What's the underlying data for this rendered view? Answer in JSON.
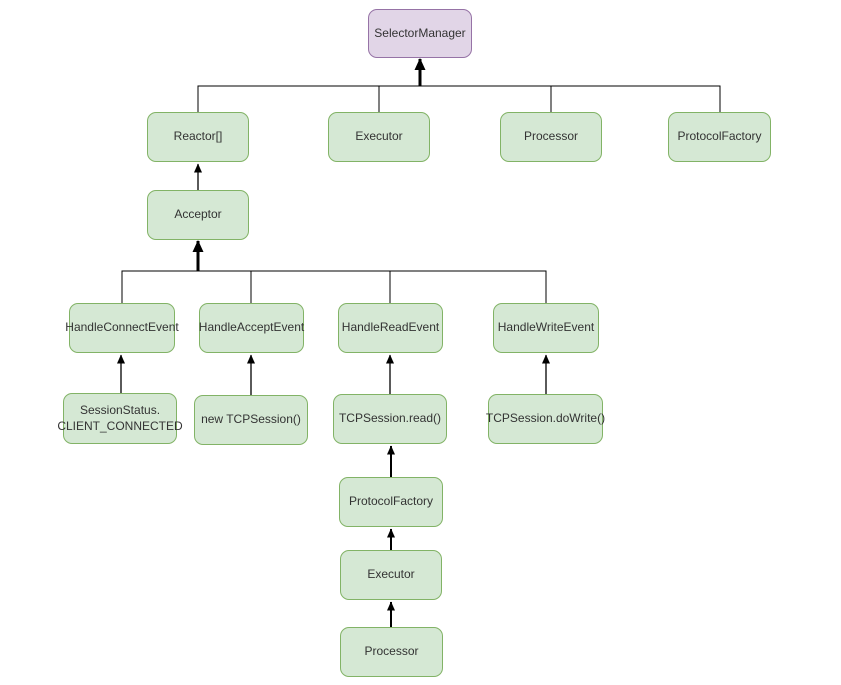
{
  "diagram": {
    "type": "hierarchy-flowchart",
    "description": "TCP server component hierarchy with upward-pointing dependency arrows"
  },
  "colors": {
    "node_fill": "#d5e8d4",
    "node_border": "#82b366",
    "accent_fill": "#e1d5e7",
    "accent_border": "#9673a6",
    "wire": "#000000",
    "label": "#333333",
    "canvas_bg": "#ffffff"
  },
  "nodes": {
    "selector_manager": {
      "label": "SelectorManager",
      "style": "accent"
    },
    "reactor_array": {
      "label": "Reactor[]",
      "style": "default"
    },
    "executor_top": {
      "label": "Executor",
      "style": "default"
    },
    "processor_top": {
      "label": "Processor",
      "style": "default"
    },
    "protocol_factory_top": {
      "label": "ProtocolFactory",
      "style": "default"
    },
    "acceptor": {
      "label": "Acceptor",
      "style": "default"
    },
    "handle_connect_event": {
      "label": "HandleConnectEvent",
      "style": "default"
    },
    "handle_accept_event": {
      "label": "HandleAcceptEvent",
      "style": "default"
    },
    "handle_read_event": {
      "label": "HandleReadEvent",
      "style": "default"
    },
    "handle_write_event": {
      "label": "HandleWriteEvent",
      "style": "default"
    },
    "session_status": {
      "label": "SessionStatus.\nCLIENT_CONNECTED",
      "style": "default"
    },
    "new_tcp_session": {
      "label": "new TCPSession()",
      "style": "default"
    },
    "tcp_session_read": {
      "label": "TCPSession.read()",
      "style": "default"
    },
    "tcp_session_dowrite": {
      "label": "TCPSession.doWrite()",
      "style": "default"
    },
    "protocol_factory_chain": {
      "label": "ProtocolFactory",
      "style": "default"
    },
    "executor_chain": {
      "label": "Executor",
      "style": "default"
    },
    "processor_chain": {
      "label": "Processor",
      "style": "default"
    }
  },
  "edges": [
    {
      "from": "reactor_array",
      "to": "selector_manager",
      "arrow": true
    },
    {
      "from": "executor_top",
      "to": "selector_manager",
      "arrow": false
    },
    {
      "from": "processor_top",
      "to": "selector_manager",
      "arrow": false
    },
    {
      "from": "protocol_factory_top",
      "to": "selector_manager",
      "arrow": false
    },
    {
      "from": "acceptor",
      "to": "reactor_array",
      "arrow": true
    },
    {
      "from": "handle_connect_event",
      "to": "acceptor",
      "arrow": true
    },
    {
      "from": "handle_accept_event",
      "to": "acceptor",
      "arrow": false
    },
    {
      "from": "handle_read_event",
      "to": "acceptor",
      "arrow": false
    },
    {
      "from": "handle_write_event",
      "to": "acceptor",
      "arrow": false
    },
    {
      "from": "session_status",
      "to": "handle_connect_event",
      "arrow": true
    },
    {
      "from": "new_tcp_session",
      "to": "handle_accept_event",
      "arrow": true
    },
    {
      "from": "tcp_session_read",
      "to": "handle_read_event",
      "arrow": true
    },
    {
      "from": "tcp_session_dowrite",
      "to": "handle_write_event",
      "arrow": true
    },
    {
      "from": "protocol_factory_chain",
      "to": "tcp_session_read",
      "arrow": true
    },
    {
      "from": "executor_chain",
      "to": "protocol_factory_chain",
      "arrow": true
    },
    {
      "from": "processor_chain",
      "to": "executor_chain",
      "arrow": true
    }
  ]
}
